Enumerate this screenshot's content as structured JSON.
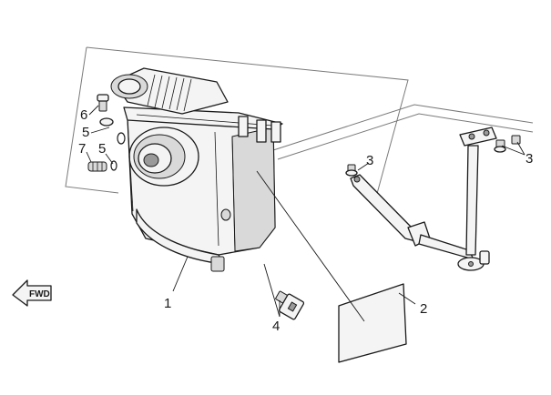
{
  "diagram": {
    "forward_marker": "FWD",
    "callouts": [
      {
        "id": "airbox",
        "label": "1"
      },
      {
        "id": "label-plate",
        "label": "2"
      },
      {
        "id": "bolt-a",
        "label": "3"
      },
      {
        "id": "bolt-b",
        "label": "3"
      },
      {
        "id": "sensor",
        "label": "4"
      },
      {
        "id": "clamp-a",
        "label": "5"
      },
      {
        "id": "clamp-b",
        "label": "5"
      },
      {
        "id": "screw",
        "label": "6"
      },
      {
        "id": "drain-fitting",
        "label": "7"
      }
    ]
  }
}
